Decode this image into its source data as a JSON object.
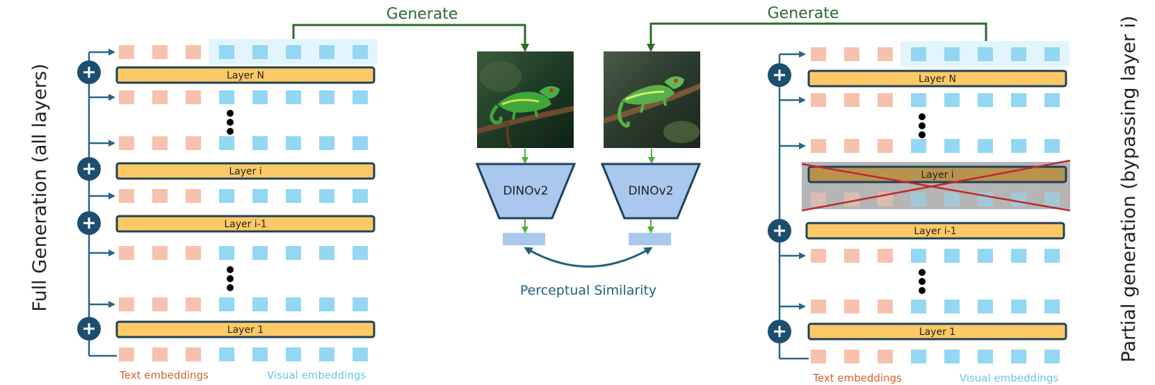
{
  "left_panel": {
    "title": "Full Generation (all layers)",
    "layers": [
      "Layer N",
      "Layer i",
      "Layer i-1",
      "Layer 1"
    ],
    "text_embeddings_label": "Text embeddings",
    "visual_embeddings_label": "Visual embeddings"
  },
  "right_panel": {
    "title": "Partial generation (bypassing layer i)",
    "layers": [
      "Layer N",
      "Layer i",
      "Layer i-1",
      "Layer 1"
    ],
    "bypassed_layer": "Layer i",
    "text_embeddings_label": "Text embeddings",
    "visual_embeddings_label": "Visual embeddings"
  },
  "center": {
    "generate_left": "Generate",
    "generate_right": "Generate",
    "encoder_left": "DINOv2",
    "encoder_right": "DINOv2",
    "similarity_label": "Perceptual Similarity"
  },
  "colors": {
    "layer_fill": "#fdc966",
    "layer_stroke": "#1e4159",
    "text_token": "#f7c2ad",
    "visual_token": "#93d7f3",
    "highlight": "#e3f5fc",
    "plus_node": "#1d4e6e",
    "flow": "#2a6489",
    "generate_arrow": "#2b6a2b",
    "encoder_fill": "#aac8ee",
    "cross": "#c0282d",
    "bypass_box": "#b5b5b5"
  }
}
